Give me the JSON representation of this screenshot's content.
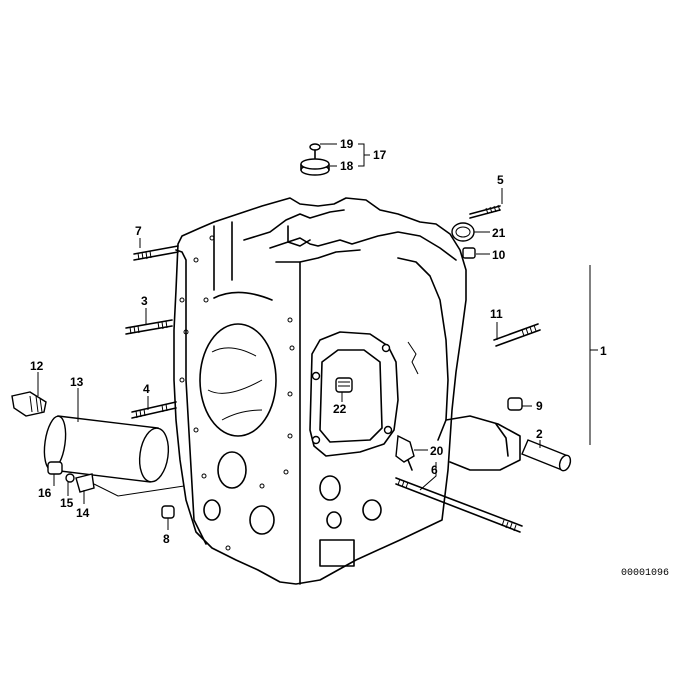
{
  "diagram": {
    "drawing_number": "00001096",
    "callouts": [
      "1",
      "2",
      "3",
      "4",
      "5",
      "6",
      "7",
      "8",
      "9",
      "10",
      "11",
      "12",
      "13",
      "14",
      "15",
      "16",
      "17",
      "18",
      "19",
      "20",
      "21",
      "22"
    ]
  }
}
